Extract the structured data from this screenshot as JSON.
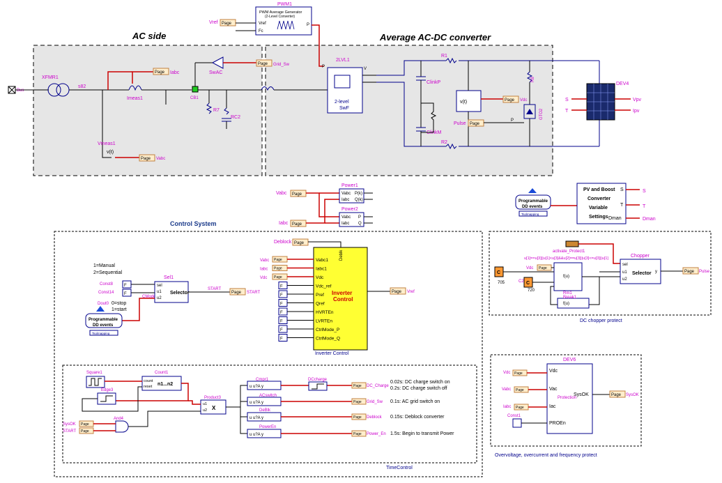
{
  "titles": {
    "ac_side": "AC side",
    "converter": "Average AC-DC converter",
    "control_system": "Control System",
    "inverter_control": "Inverter Control",
    "time_control": "TimeControl",
    "dc_chopper": "DC chopper protect",
    "overvoltage": "Overvoltage, overcurrent and frequency protect"
  },
  "pwm": {
    "name": "PWM1",
    "title1": "PWM Average Generator",
    "title2": "(2-Level Converter)",
    "vref_port": "Vref",
    "fc_port": "Fc",
    "p_port": "P",
    "vref_page": "Vref"
  },
  "ac": {
    "bus": "Bus",
    "xfmr": "XFMR1",
    "node": "s82",
    "page_iabc": "Iabc",
    "imeas": "Imeas1",
    "cb": "CB1",
    "r7": "R7",
    "rc2": "RC2",
    "swac": "SwAC",
    "page_gridsw": "Grid_Sw",
    "vmeas": "Vmeas1",
    "vt": "v(t)",
    "page_vabc": "Vabc"
  },
  "conv": {
    "name": "2LVL1",
    "label1": "2-level",
    "label2": "SwF",
    "port_p": "P",
    "port_v": "V",
    "r1": "R1",
    "r2": "R2",
    "clinkp": "ClinkP",
    "clinkm": "ClinkM",
    "vt": "v(t)",
    "page_vdc": "Vdc",
    "pulse_page": "Pulse",
    "port_p2": "P",
    "r8": "R8",
    "gto": "GTO2",
    "dev4": "DEV4",
    "s": "S",
    "t": "T",
    "vpv": "Vpv",
    "ipv": "Ipv"
  },
  "power": {
    "p1": "Power1",
    "p2": "Power2",
    "vabc": "Vabc",
    "iabc": "Iabc",
    "pk": "P(k)",
    "qk": "Q(k)",
    "pin_vabc": "Vabc",
    "pin_iabc": "Iabc",
    "p": "P",
    "q": "Q"
  },
  "pv": {
    "prog_label1": "Programmable",
    "prog_label2": "DD events",
    "prog_sub": "Tsolmapping",
    "line1": "PV and Boost",
    "line2": "Converter",
    "line3": "Variable",
    "line4": "Settings",
    "s": "S",
    "t": "T",
    "dman": "Dman",
    "out_s": "S",
    "out_t": "T",
    "out_dman": "Dman"
  },
  "sel": {
    "manual": "1=Manual",
    "seq": "2=Sequential",
    "sel1": "Sel1",
    "const8": "Const8",
    "const14": "Const14",
    "cmode": "CMode",
    "dout": "Dout0",
    "stop": "0=stop",
    "start_lbl": "1=start",
    "prog1": "Programmable",
    "prog2": "DD events",
    "prog_sub": "Tsolmapping",
    "selector": "Selector",
    "start": "START",
    "page_start": "START",
    "fy": "F",
    "sel": "sel",
    "u1": "u1",
    "u2": "u2"
  },
  "inv": {
    "deblock": "Deblock",
    "deblk": "Deblk",
    "inputs": [
      "Vabc1",
      "Iabc1",
      "Vdc",
      "Vdc_ref",
      "Pref",
      "Qref",
      "HVRTEn",
      "LVRTEn",
      "CtrlMode_P",
      "CtrlMode_Q"
    ],
    "pages": [
      "Vabc",
      "Iabc",
      "Vdc",
      "F",
      "F",
      "F",
      "F",
      "F",
      "F",
      "F"
    ],
    "title1": "Inverter",
    "title2": "Control",
    "out": "Vref"
  },
  "chopper": {
    "c705": "705",
    "c720": "720",
    "c_l": "C",
    "cmp": "u[1]==u[3]||u[1]<u[3]&&u[2]==u[3]||u[3]<=u[3]||u[1]",
    "rm": "Rm1",
    "break": "Break1",
    "vdc": "Vdc",
    "fx": "f(u)",
    "activate": "activate_Protect1",
    "chopper": "Chopper",
    "selector": "Selector",
    "sel": "sel",
    "u1": "u1",
    "u2": "u2",
    "y": "y",
    "pulse": "Pulse",
    "fn": "f(u)",
    "c2": "C2"
  },
  "time": {
    "square": "Square1",
    "count": "Count1",
    "count_in": "count",
    "reset": "reset",
    "n1n2": "n1...n2",
    "edge": "Edge3",
    "and": "And4",
    "product": "Product3",
    "x": "X",
    "u1": "u1",
    "u2": "u2",
    "sysok": "SysOK",
    "start": "START",
    "cmpr": "Cmpr1",
    "acswitch": "ACswitch",
    "deblk": "DeBlk",
    "poweren": "PowerEn",
    "dcharge": "DCcharge",
    "pages": [
      "DC_Charge",
      "Grid_Sw",
      "Deblock",
      "Power_En"
    ],
    "notes": [
      "0.02s: DC charge switch on",
      "0.2s: DC charge switch off",
      "0.1s: AC grid switch on",
      "0.15s: Deblock converter",
      "1.5s: Begin to transmit Power"
    ],
    "u2a": "u?A"
  },
  "prot": {
    "dev6": "DEV6",
    "vdc": "Vdc",
    "vac": "Vac",
    "iac": "Iac",
    "proen": "PROEn",
    "sysok": "SysOK",
    "protection": "Protection",
    "const1": "Const1",
    "page_vdc": "Vdc",
    "page_vabc": "Vabc",
    "page_iabc": "Iabc",
    "page_sysok": "SysOK"
  },
  "colors": {
    "red": "#cc0000",
    "navy": "#00008b",
    "page_fill": "#ffeecc",
    "page_border": "#c08040",
    "purple": "#cc00cc",
    "yellow": "#ffff33",
    "panel": "#e6e6e6"
  }
}
